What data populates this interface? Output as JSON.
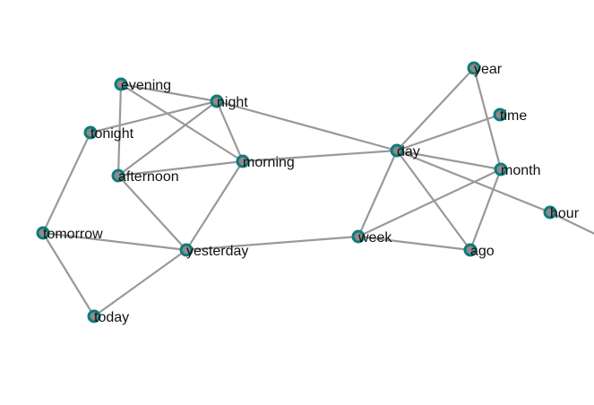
{
  "colors": {
    "edge": "#999999",
    "node_fill": "#8c8c8c",
    "node_stroke": "#0e7c7b",
    "label": "#111111",
    "background": "#ffffff"
  },
  "graph": {
    "nodes": [
      {
        "id": "evening",
        "label": "evening"
      },
      {
        "id": "night",
        "label": "night"
      },
      {
        "id": "tonight",
        "label": "tonight"
      },
      {
        "id": "afternoon",
        "label": "afternoon"
      },
      {
        "id": "morning",
        "label": "morning"
      },
      {
        "id": "tomorrow",
        "label": "tomorrow"
      },
      {
        "id": "yesterday",
        "label": "yesterday"
      },
      {
        "id": "today",
        "label": "today"
      },
      {
        "id": "year",
        "label": "year"
      },
      {
        "id": "time",
        "label": "time"
      },
      {
        "id": "day",
        "label": "day"
      },
      {
        "id": "month",
        "label": "month"
      },
      {
        "id": "hour",
        "label": "hour"
      },
      {
        "id": "week",
        "label": "week"
      },
      {
        "id": "ago",
        "label": "ago"
      }
    ],
    "edges": [
      {
        "source": "evening",
        "target": "night"
      },
      {
        "source": "evening",
        "target": "afternoon"
      },
      {
        "source": "evening",
        "target": "morning"
      },
      {
        "source": "night",
        "target": "tonight"
      },
      {
        "source": "night",
        "target": "afternoon"
      },
      {
        "source": "night",
        "target": "morning"
      },
      {
        "source": "night",
        "target": "day"
      },
      {
        "source": "tonight",
        "target": "tomorrow"
      },
      {
        "source": "afternoon",
        "target": "morning"
      },
      {
        "source": "afternoon",
        "target": "yesterday"
      },
      {
        "source": "morning",
        "target": "yesterday"
      },
      {
        "source": "morning",
        "target": "day"
      },
      {
        "source": "tomorrow",
        "target": "yesterday"
      },
      {
        "source": "tomorrow",
        "target": "today"
      },
      {
        "source": "today",
        "target": "yesterday"
      },
      {
        "source": "yesterday",
        "target": "week"
      },
      {
        "source": "week",
        "target": "day"
      },
      {
        "source": "week",
        "target": "ago"
      },
      {
        "source": "week",
        "target": "month"
      },
      {
        "source": "day",
        "target": "year"
      },
      {
        "source": "day",
        "target": "time"
      },
      {
        "source": "day",
        "target": "month"
      },
      {
        "source": "day",
        "target": "ago"
      },
      {
        "source": "day",
        "target": "hour"
      },
      {
        "source": "year",
        "target": "month"
      },
      {
        "source": "month",
        "target": "ago"
      }
    ]
  }
}
